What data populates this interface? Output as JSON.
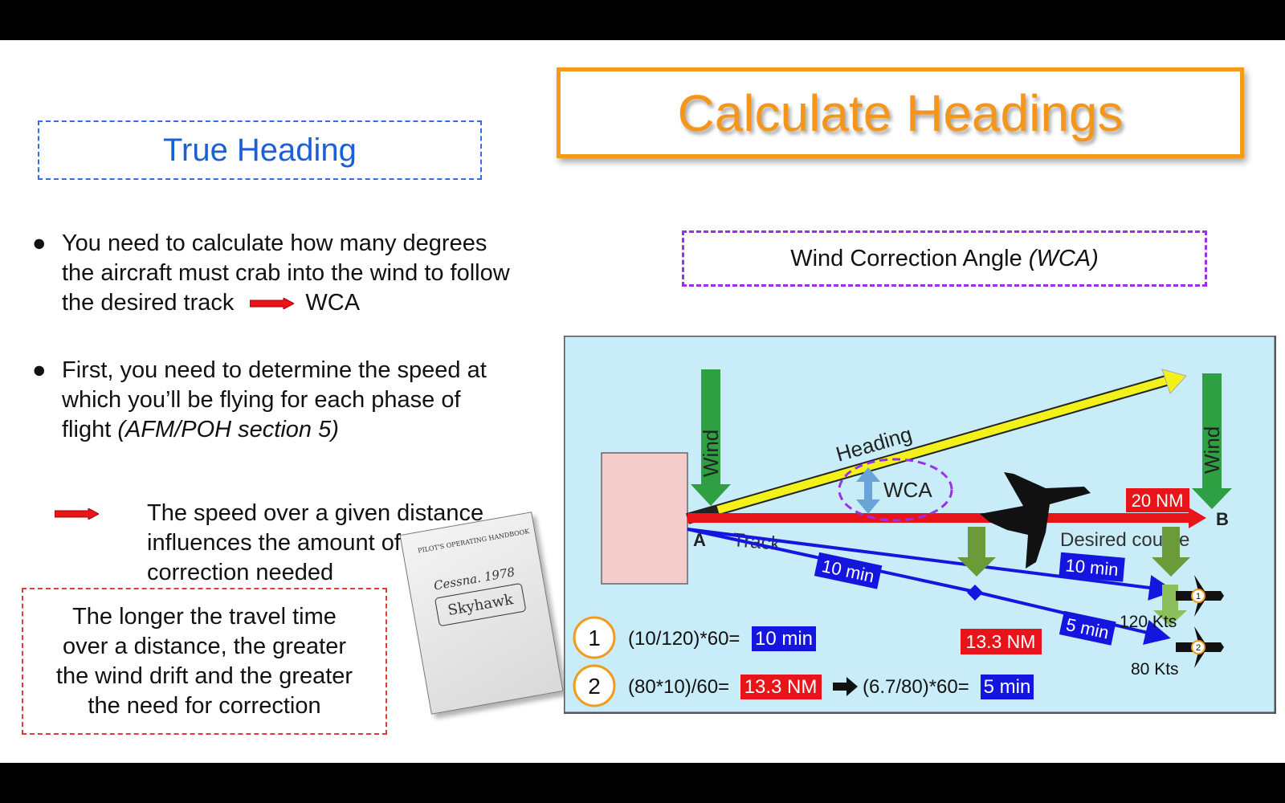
{
  "title": "Calculate Headings",
  "section_heading": "True Heading",
  "wca_box": {
    "label": "Wind Correction Angle ",
    "abbr": "(WCA)"
  },
  "bullets": [
    {
      "marker": "●",
      "line1": "You need to calculate how many degrees",
      "line2": "the aircraft must crab into the wind to follow",
      "line3": "the desired track",
      "arrow_target": "WCA"
    },
    {
      "marker": "●",
      "line1": "First, you need to determine the speed at",
      "line2": "which you’ll be flying for each phase of",
      "line3": "flight ",
      "line3_italic": "(AFM/POH section 5)"
    }
  ],
  "sub_bullet": {
    "line1": "The speed over a given distance",
    "line2": "influences the amount of",
    "line3": "correction needed"
  },
  "note": {
    "line1": "The longer the travel time",
    "line2": "over a distance, the greater",
    "line3": "the wind drift and the greater",
    "line4": "the need for correction"
  },
  "poh_book": {
    "header": "PILOT'S OPERATING HANDBOOK",
    "brand": "Cessna. 1978",
    "model": "Skyhawk"
  },
  "diagram": {
    "wind": "Wind",
    "heading": "Heading",
    "wca": "WCA",
    "track": "Track",
    "desired_course": "Desired course",
    "point_a": "A",
    "point_b": "B",
    "distance": "20 NM",
    "leg1_time_a": "10 min",
    "leg1_time_b": "10 min",
    "leg2_time": "5 min",
    "speed1": "120 Kts",
    "speed2": "80 Kts",
    "marker1": "1",
    "marker2": "2",
    "calc1": {
      "num": "1",
      "expr": "(10/120)*60=",
      "result": "10 min"
    },
    "calc2": {
      "num": "2",
      "expr": "(80*10)/60=",
      "result": "13.3 NM",
      "expr2": "(6.7/80)*60=",
      "result2": "5 min"
    },
    "mid_distance": "13.3 NM",
    "colors": {
      "wind": "#2ea043",
      "heading": "#f2f21a",
      "track": "#e8141a",
      "leg": "#1515e0",
      "background": "#c8ecf8",
      "wca_arrow": "#6aa3d8"
    }
  }
}
